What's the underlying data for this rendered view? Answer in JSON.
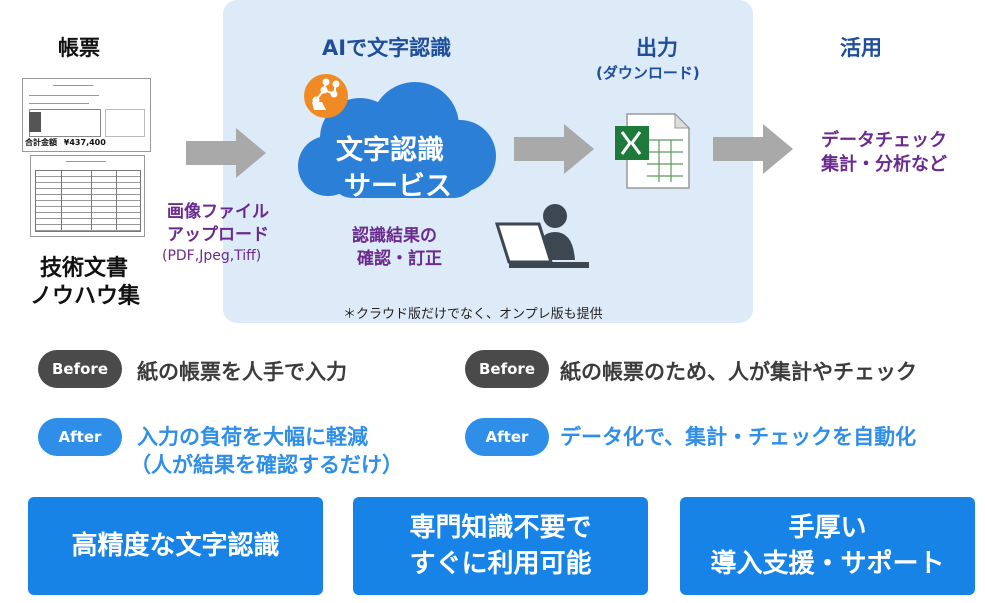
{
  "headers": {
    "forms": "帳票",
    "ai": "AIで文字認識",
    "output": "出力",
    "output_sub": "(ダウンロード)",
    "use": "活用"
  },
  "left": {
    "form_total_label": "合計金額",
    "form_total_value": "¥437,400",
    "docs_line1": "技術文書",
    "docs_line2": "ノウハウ集"
  },
  "upload": {
    "line1": "画像ファイル",
    "line2": "アップロード",
    "formats": "(PDF,Jpeg,Tiff)"
  },
  "cloud": {
    "line1": "文字認識",
    "line2": "サービス"
  },
  "review": {
    "line1": "認識結果の",
    "line2": "確認・訂正"
  },
  "use_text": {
    "line1": "データチェック",
    "line2": "集計・分析など"
  },
  "note": "＊クラウド版だけでなく、オンプレ版も提供",
  "comparison": {
    "before_label": "Before",
    "after_label": "After",
    "left_before": "紙の帳票を人手で入力",
    "left_after_1": "入力の負荷を大幅に軽減",
    "left_after_2": "（人が結果を確認するだけ）",
    "right_before": "紙の帳票のため、人が集計やチェック",
    "right_after": "データ化で、集計・チェックを自動化"
  },
  "features": {
    "f1": "高精度な文字認識",
    "f2_1": "専門知識不要で",
    "f2_2": "すぐに利用可能",
    "f3_1": "手厚い",
    "f3_2": "導入支援・サポート"
  },
  "colors": {
    "panel": "#ddeaf7",
    "cloud": "#2b7fd6",
    "arrow": "#a9a9a9",
    "purple": "#6a2a8e",
    "blue_button": "#1883e6",
    "after_pill": "#2f8ee8",
    "before_pill": "#4a4a4a"
  },
  "icons": {
    "cloud": "cloud-icon",
    "ai": "ai-network-icon",
    "excel": "excel-file-icon",
    "user": "person-laptop-icon"
  }
}
